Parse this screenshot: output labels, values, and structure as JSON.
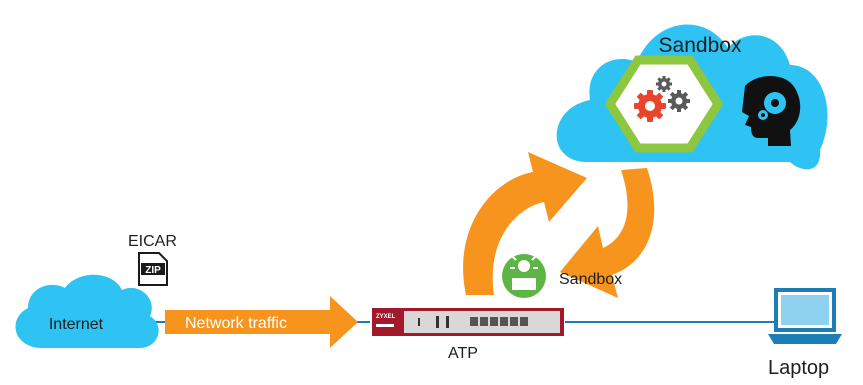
{
  "diagram": {
    "cloud_sandbox_label": "Sandbox",
    "eicar_label": "EICAR",
    "zip_label": "ZIP",
    "internet_label": "Internet",
    "traffic_label": "Network traffic",
    "sandbox_badge_label": "Sandbox",
    "device_brand": "ZYXEL",
    "atp_label": "ATP",
    "laptop_label": "Laptop"
  },
  "colors": {
    "sky_blue": "#2ec3f2",
    "arrow_orange": "#f7941d",
    "hex_green": "#8dc63f",
    "gear_red": "#e8452c",
    "gear_gray": "#5a5a5a",
    "line_blue": "#1d7db5",
    "device_red": "#a3192b",
    "badge_green": "#5db545"
  },
  "icons": [
    "zip-file-icon",
    "gears-icon",
    "brain-head-icon",
    "sandbox-bug-icon",
    "laptop-icon"
  ]
}
